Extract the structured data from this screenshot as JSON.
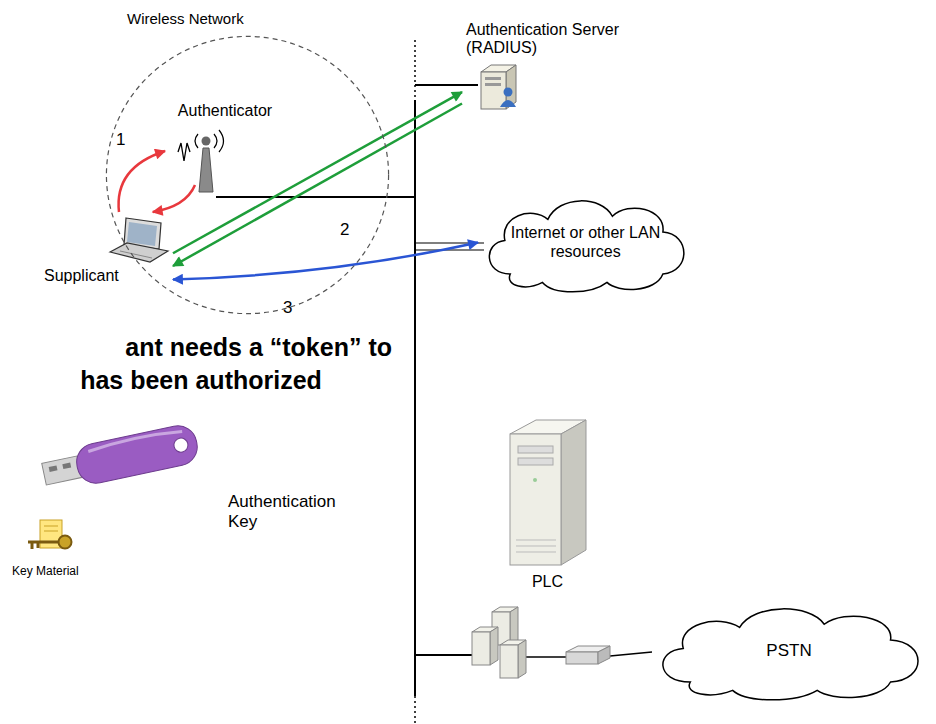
{
  "diagram": {
    "nodes": [
      {
        "text": [
          "Wireless Network"
        ]
      },
      {
        "text": [
          "Authenticator"
        ],
        "in": 0
      },
      {
        "text": [
          "Supplicant"
        ],
        "in": 0
      },
      {
        "text": [
          "Authentication Server (RADIUS)"
        ]
      },
      {
        "text": [
          "Internet or other LAN resources"
        ]
      },
      {
        "text": [
          "PLC"
        ]
      },
      {
        "text": [
          "PSTN"
        ]
      }
    ],
    "edges": [
      {
        "from": 2,
        "to": 1,
        "arrow": "to"
      },
      {
        "from": 1,
        "to": 2,
        "arrow": "to"
      },
      {
        "from": 2,
        "to": 3,
        "arrow": "to"
      },
      {
        "from": 3,
        "to": 2,
        "arrow": "to"
      },
      {
        "from": 2,
        "to": 4,
        "arrow": "both"
      }
    ],
    "labels": [
      "1",
      "2",
      "3",
      "ant needs a “token” to",
      "has been authorized",
      "Authentication Key",
      "Key Material"
    ]
  }
}
